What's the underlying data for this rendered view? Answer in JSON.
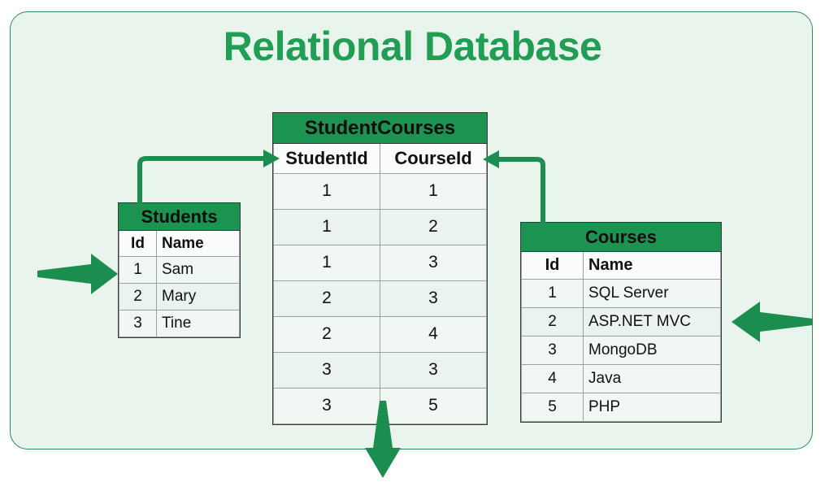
{
  "page": {
    "title": "Relational Database",
    "accent_color": "#1f9e54",
    "header_color": "#1d9351",
    "panel_bg": "#e9f4ed",
    "panel_border": "#2e8b57",
    "arrow_color": "#1a8d4f",
    "connector_color": "#1a8d4f"
  },
  "tables": {
    "students": {
      "title": "Students",
      "columns": [
        "Id",
        "Name"
      ],
      "rows": [
        {
          "id": "1",
          "name": "Sam"
        },
        {
          "id": "2",
          "name": "Mary"
        },
        {
          "id": "3",
          "name": "Tine"
        }
      ]
    },
    "student_courses": {
      "title": "StudentCourses",
      "columns": [
        "StudentId",
        "CourseId"
      ],
      "rows": [
        {
          "student_id": "1",
          "course_id": "1"
        },
        {
          "student_id": "1",
          "course_id": "2"
        },
        {
          "student_id": "1",
          "course_id": "3"
        },
        {
          "student_id": "2",
          "course_id": "3"
        },
        {
          "student_id": "2",
          "course_id": "4"
        },
        {
          "student_id": "3",
          "course_id": "3"
        },
        {
          "student_id": "3",
          "course_id": "5"
        }
      ]
    },
    "courses": {
      "title": "Courses",
      "columns": [
        "Id",
        "Name"
      ],
      "rows": [
        {
          "id": "1",
          "name": "SQL Server"
        },
        {
          "id": "2",
          "name": "ASP.NET MVC"
        },
        {
          "id": "3",
          "name": "MongoDB"
        },
        {
          "id": "4",
          "name": "Java"
        },
        {
          "id": "5",
          "name": "PHP"
        }
      ]
    }
  },
  "connectors": [
    {
      "name": "students-to-studentcourses",
      "from": "students",
      "to": "student_courses.StudentId",
      "direction": "right"
    },
    {
      "name": "courses-to-studentcourses",
      "from": "courses",
      "to": "student_courses.CourseId",
      "direction": "left"
    }
  ],
  "pointers": [
    {
      "name": "students-pointer-arrow",
      "direction": "right",
      "target": "students"
    },
    {
      "name": "courses-pointer-arrow",
      "direction": "left",
      "target": "courses"
    },
    {
      "name": "studentcourses-pointer-arrow",
      "direction": "up",
      "target": "student_courses"
    }
  ]
}
